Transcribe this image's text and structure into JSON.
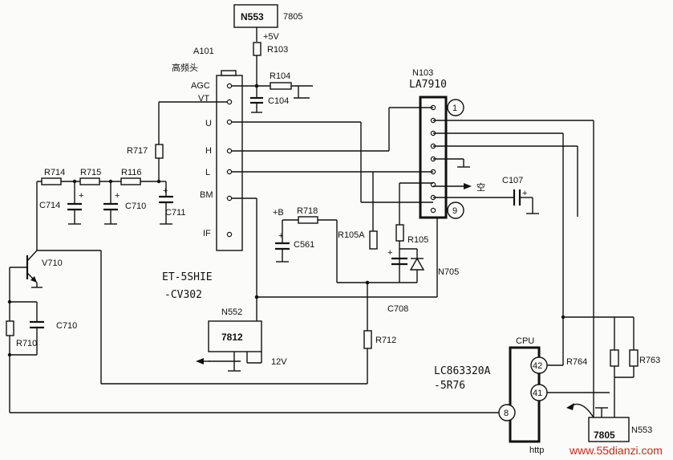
{
  "labels": {
    "n553_top": "N553",
    "reg_7805_top": "7805",
    "plus5v": "+5V",
    "r103": "R103",
    "a101": "A101",
    "tuner_cn": "高频头",
    "agc": "AGC",
    "vt": "VT",
    "u": "U",
    "h": "H",
    "l": "L",
    "bm": "BM",
    "if": "IF",
    "r104": "R104",
    "c104": "C104",
    "n103": "N103",
    "la7910": "LA7910",
    "pin1": "1",
    "pin9": "9",
    "kong": "空",
    "c107": "C107",
    "r717": "R717",
    "r714": "R714",
    "r715": "R715",
    "r116": "R116",
    "c714": "C714",
    "c710a": "C710",
    "c711": "C711",
    "plusb": "+B",
    "r718": "R718",
    "c561": "C561",
    "r105a": "R105A",
    "r105": "R105",
    "n705": "N705",
    "v710": "V710",
    "c710b": "C710",
    "r710": "R710",
    "tuner_model1": "ET-5SHIE",
    "tuner_model2": "-CV302",
    "c708": "C708",
    "n552": "N552",
    "reg_7812": "7812",
    "v12": "12V",
    "r712": "R712",
    "cpu": "CPU",
    "cpu_model1": "LC863320A",
    "cpu_model2": "-5R76",
    "pin42": "42",
    "pin41": "41",
    "pin8": "8",
    "r764": "R764",
    "r763": "R763",
    "n553_bottom": "N553",
    "reg_7805_bottom": "7805",
    "watermark": "www.55dianzi.com",
    "watermark_prefix": "http"
  },
  "colors": {
    "ink": "#111111",
    "paper": "#fbfbf9",
    "watermark": "#d0261d"
  }
}
